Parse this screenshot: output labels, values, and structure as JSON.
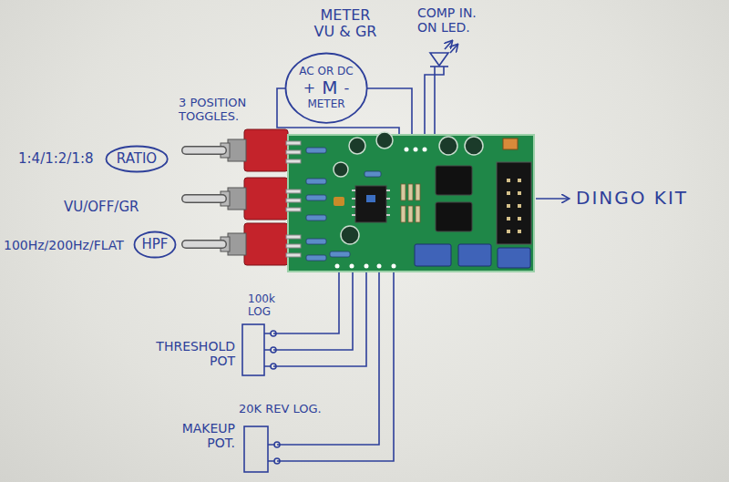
{
  "diagram": {
    "nodes": [
      {
        "text": [
          "AC OR DC",
          "+",
          "M",
          "-",
          "METER"
        ]
      },
      {
        "text": [
          "RATIO"
        ]
      },
      {
        "text": [
          "HPF"
        ]
      }
    ],
    "labels": [
      "METER VU & GR",
      "COMP IN. ON LED.",
      "3 POSITION TOGGLES.",
      "1:4/1:2/1:8",
      "VU/OFF/GR",
      "100Hz/200Hz/FLAT",
      "DINGO KIT",
      "100k LOG",
      "THRESHOLD POT",
      "20K REV LOG.",
      "MAKEUP POT."
    ]
  }
}
